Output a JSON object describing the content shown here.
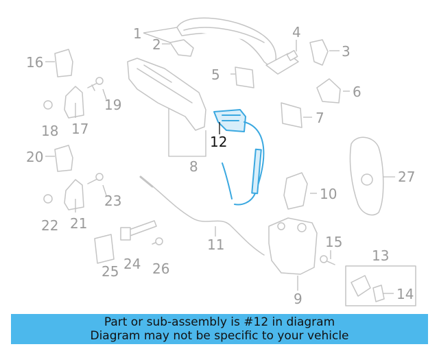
{
  "diagram": {
    "callouts": [
      "1",
      "2",
      "3",
      "4",
      "5",
      "6",
      "7",
      "8",
      "9",
      "10",
      "11",
      "12",
      "13",
      "14",
      "15",
      "16",
      "17",
      "18",
      "19",
      "20",
      "21",
      "22",
      "23",
      "24",
      "25",
      "26",
      "27"
    ],
    "highlighted_callout": "12",
    "colors": {
      "parts": "#bfbfbf",
      "highlight": "#3aa8e0",
      "callout_text": "#9a9a9a",
      "highlight_text": "#111111"
    }
  },
  "banner": {
    "line1": "Part or sub-assembly is #12 in diagram",
    "line2": "Diagram may not be specific to your vehicle",
    "background": "#4cb8ec"
  }
}
